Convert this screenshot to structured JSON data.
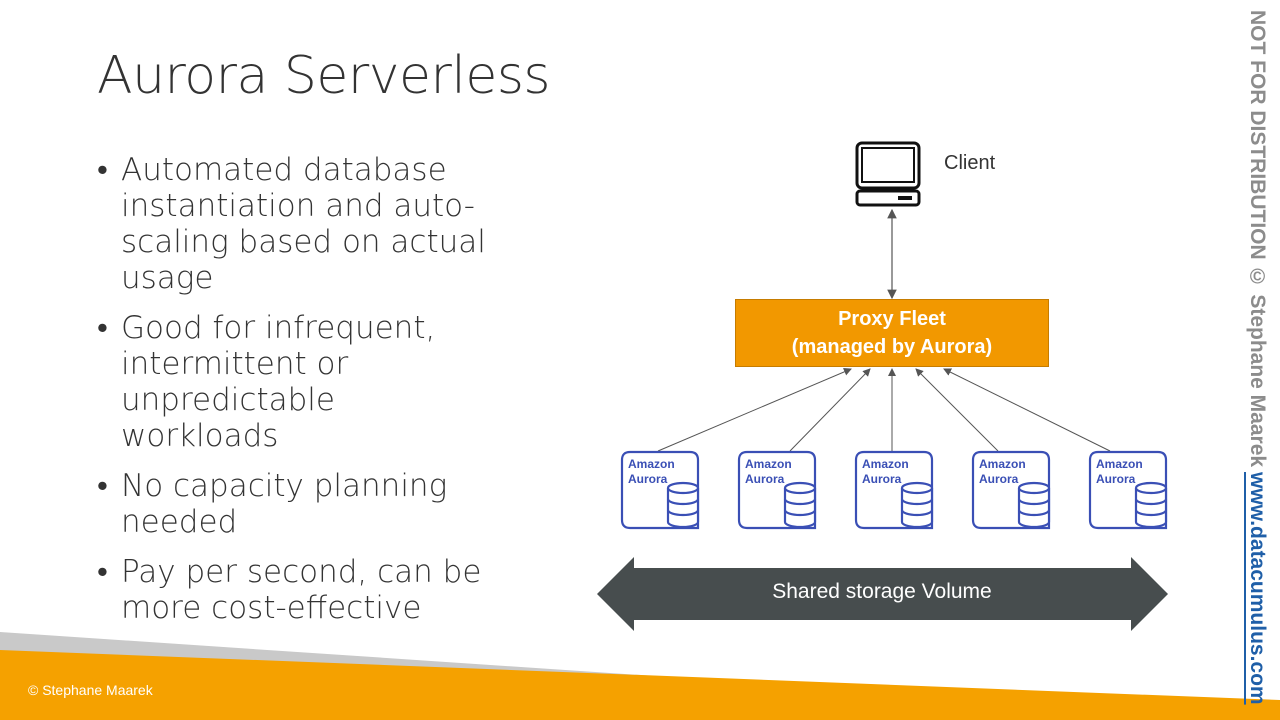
{
  "slide": {
    "title": "Aurora Serverless",
    "bullets": [
      "Automated database instantiation and auto-scaling based on actual usage",
      "Good for infrequent, intermittent or unpredictable workloads",
      "No capacity planning needed",
      "Pay per second, can be more cost-effective"
    ],
    "bullet_symbol": "•"
  },
  "diagram": {
    "client_label": "Client",
    "proxy_line1": "Proxy Fleet",
    "proxy_line2": "(managed by Aurora)",
    "aurora_instances": [
      {
        "line1": "Amazon",
        "line2": "Aurora"
      },
      {
        "line1": "Amazon",
        "line2": "Aurora"
      },
      {
        "line1": "Amazon",
        "line2": "Aurora"
      },
      {
        "line1": "Amazon",
        "line2": "Aurora"
      },
      {
        "line1": "Amazon",
        "line2": "Aurora"
      }
    ],
    "storage_label": "Shared storage Volume",
    "icons": [
      "computer-icon",
      "amazon-aurora-icon",
      "database-icon"
    ]
  },
  "footer": {
    "copyright": "© Stephane Maarek",
    "watermark": "NOT FOR DISTRIBUTION © Stephane Maarek",
    "website": "www.datacumulus.com"
  },
  "colors": {
    "proxy_orange": "#f29800",
    "aurora_blue": "#3a4fb5",
    "storage_gray": "#474d4e",
    "band_orange": "#f5a100",
    "link_blue": "#1f5fa8"
  }
}
